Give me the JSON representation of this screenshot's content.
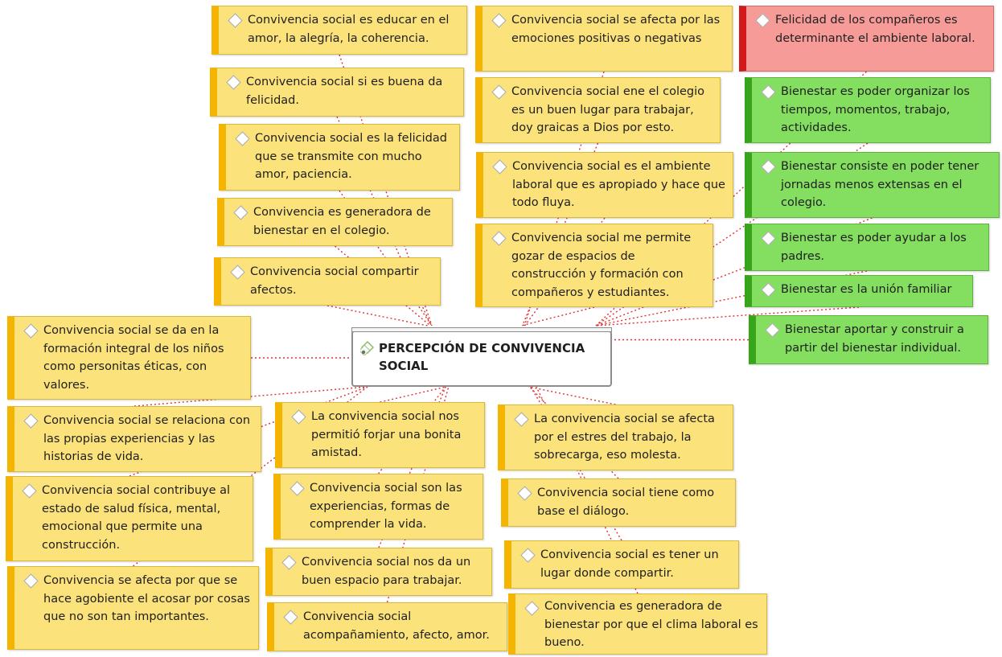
{
  "central": {
    "title": "PERCEPCIÓN DE CONVIVENCIA SOCIAL",
    "icon": "network-icon"
  },
  "colors": {
    "yellow_fill": "#fbe27a",
    "yellow_bar": "#f4b400",
    "red_fill": "#f69b98",
    "red_bar": "#d2191c",
    "green_fill": "#84de5f",
    "green_bar": "#36a51c",
    "link": "#e03131"
  },
  "nodes": [
    {
      "id": "n01",
      "color": "y",
      "text": "Convivencia social es educar en el amor, la alegría, la coherencia."
    },
    {
      "id": "n02",
      "color": "y",
      "text": "Convivencia social si es buena da felicidad."
    },
    {
      "id": "n03",
      "color": "y",
      "text": "Convivencia social es la felicidad que se transmite con mucho amor, paciencia."
    },
    {
      "id": "n04",
      "color": "y",
      "text": "Convivencia es generadora de bienestar en el colegio."
    },
    {
      "id": "n05",
      "color": "y",
      "text": "Convivencia social compartir afectos."
    },
    {
      "id": "n06",
      "color": "y",
      "text": "Convivencia social se afecta por las emociones positivas o negativas"
    },
    {
      "id": "n07",
      "color": "y",
      "text": "Convivencia social ene el colegio es un buen lugar para trabajar, doy graicas a Dios por esto."
    },
    {
      "id": "n08",
      "color": "y",
      "text": "Convivencia social es el ambiente laboral que es apropiado y hace que todo fluya."
    },
    {
      "id": "n09",
      "color": "y",
      "text": "Convivencia social me permite gozar de espacios de construcción y formación  con compañeros y estudiantes."
    },
    {
      "id": "n10",
      "color": "r",
      "text": "Felicidad de los compañeros es determinante el ambiente laboral."
    },
    {
      "id": "n11",
      "color": "g",
      "text": "Bienestar es poder organizar los tiempos, momentos, trabajo, actividades."
    },
    {
      "id": "n12",
      "color": "g",
      "text": "Bienestar consiste en poder tener jornadas menos extensas en el colegio."
    },
    {
      "id": "n13",
      "color": "g",
      "text": "Bienestar es poder ayudar a los padres."
    },
    {
      "id": "n14",
      "color": "g",
      "text": "Bienestar es la unión familiar"
    },
    {
      "id": "n15",
      "color": "g",
      "text": "Bienestar aportar y construir a partir del bienestar individual."
    },
    {
      "id": "n16",
      "color": "y",
      "text": "Convivencia social se da en la formación integral de los niños como personitas éticas, con valores."
    },
    {
      "id": "n17",
      "color": "y",
      "text": "Convivencia social se relaciona con las propias experiencias y las historias de vida."
    },
    {
      "id": "n18",
      "color": "y",
      "text": "Convivencia social contribuye al estado de salud física, mental, emocional que permite una construcción."
    },
    {
      "id": "n19",
      "color": "y",
      "text": "Convivencia se afecta por que se hace agobiente el acosar por cosas que no son tan importantes."
    },
    {
      "id": "n20",
      "color": "y",
      "text": "La convivencia social nos permitió forjar una bonita amistad."
    },
    {
      "id": "n21",
      "color": "y",
      "text": "Convivencia social son las experiencias, formas de comprender la vida."
    },
    {
      "id": "n22",
      "color": "y",
      "text": "Convivencia social nos da un buen espacio para trabajar."
    },
    {
      "id": "n23",
      "color": "y",
      "text": "Convivencia social acompañamiento, afecto, amor."
    },
    {
      "id": "n24",
      "color": "y",
      "text": "La convivencia social se afecta por el estres del trabajo, la sobrecarga, eso molesta."
    },
    {
      "id": "n25",
      "color": "y",
      "text": "Convivencia social tiene como base el diálogo."
    },
    {
      "id": "n26",
      "color": "y",
      "text": "Convivencia social es tener un lugar donde compartir."
    },
    {
      "id": "n27",
      "color": "y",
      "text": "Convivencia es generadora de bienestar por que el clima laboral es bueno."
    }
  ]
}
